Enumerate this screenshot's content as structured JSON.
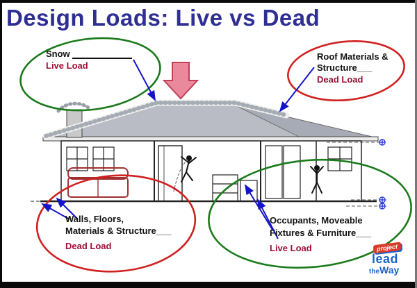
{
  "title": "Design Loads: Live vs Dead",
  "callouts": {
    "snow": {
      "label": "Snow",
      "load": "Live Load"
    },
    "roof": {
      "line1": "Roof Materials &",
      "line2": "Structure___",
      "load": "Dead Load"
    },
    "walls": {
      "line1": "Walls, Floors,",
      "line2": "Materials & Structure___",
      "load": "Dead Load"
    },
    "occupants": {
      "line1": "Occupants, Moveable",
      "line2": "Fixtures & Furniture___",
      "load": "Live Load"
    }
  },
  "logo": {
    "project": "project",
    "lead": "lead",
    "the": "the",
    "way": "Way"
  },
  "colors": {
    "title_blue": "#2e2e94",
    "load_red": "#9b1035",
    "ellipse_green": "#1b7a1b",
    "ellipse_red": "#d02020",
    "arrow_blue": "#1414cc",
    "pink_arrow": "#e9899b",
    "roof_gray": "#b9bcc4"
  }
}
